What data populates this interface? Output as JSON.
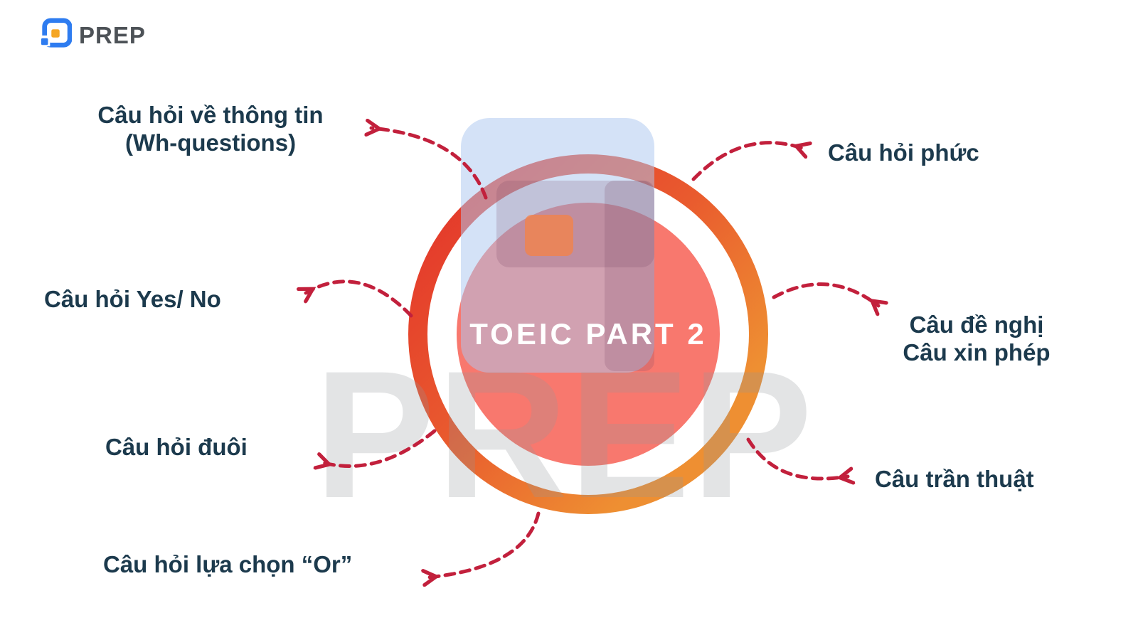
{
  "brand": {
    "logo_text": "PREP"
  },
  "center": {
    "title": "TOEIC PART 2"
  },
  "watermark": {
    "text": "PREP"
  },
  "labels": {
    "wh_questions": {
      "line1": "Câu hỏi về thông tin",
      "line2": "(Wh-questions)"
    },
    "phuc": {
      "text": "Câu hỏi phức"
    },
    "de_nghi": {
      "line1": "Câu đề nghị",
      "line2": "Câu xin phép"
    },
    "tran_thuat": {
      "text": "Câu trần thuật"
    },
    "yes_no": {
      "text": "Câu hỏi Yes/ No"
    },
    "duoi": {
      "text": "Câu hỏi đuôi"
    },
    "lua_chon_or": {
      "text": "Câu hỏi lựa chọn “Or”"
    }
  },
  "colors": {
    "ring_gradient_start": "#e43a2b",
    "ring_gradient_end": "#ee8f32",
    "inner_circle": "#f8786e",
    "arrow": "#c2203c",
    "label_text": "#1c3a4d",
    "brand_blue": "#2e7cf0",
    "brand_orange": "#f5a623",
    "watermark_gray": "#e4e6e8"
  }
}
